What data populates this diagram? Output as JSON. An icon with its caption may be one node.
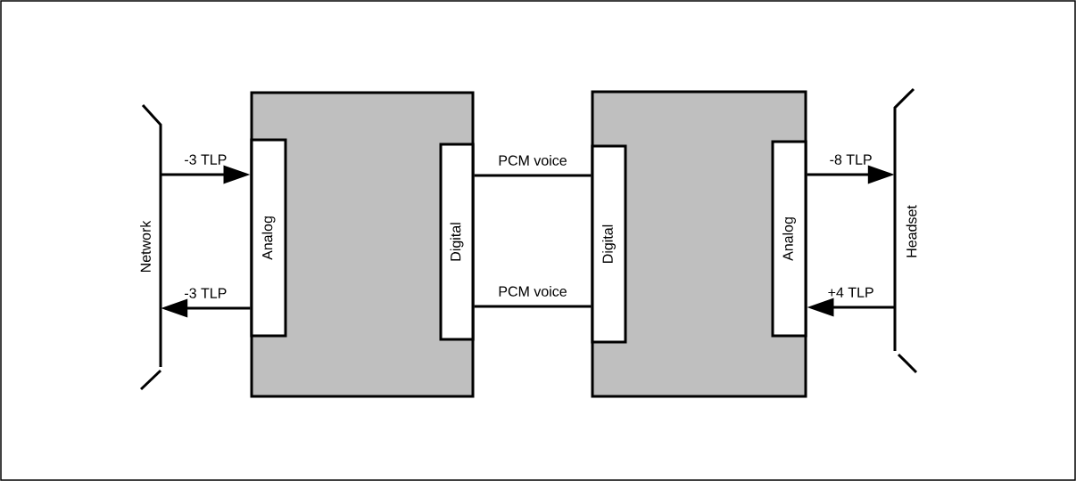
{
  "diagram": {
    "nodes": [
      {
        "text": [
          "Network"
        ]
      },
      {
        "text": [],
        "shape": "box"
      },
      {
        "text": [
          "Analog"
        ],
        "in": 1
      },
      {
        "text": [
          "Digital"
        ],
        "in": 1
      },
      {
        "text": [],
        "shape": "box"
      },
      {
        "text": [
          "Digital"
        ],
        "in": 4
      },
      {
        "text": [
          "Analog"
        ],
        "in": 4
      },
      {
        "text": [
          "Headset"
        ]
      }
    ],
    "edges": [
      {
        "from": 0,
        "to": 2,
        "arrow": "to",
        "label": "-3 TLP"
      },
      {
        "from": 2,
        "to": 0,
        "arrow": "to",
        "label": "-3 TLP"
      },
      {
        "from": 3,
        "to": 5,
        "arrow": "none",
        "label": "PCM voice"
      },
      {
        "from": 3,
        "to": 5,
        "arrow": "none",
        "label": "PCM voice"
      },
      {
        "from": 6,
        "to": 7,
        "arrow": "to",
        "label": "-8 TLP"
      },
      {
        "from": 7,
        "to": 6,
        "arrow": "to",
        "label": "+4 TLP"
      }
    ]
  }
}
